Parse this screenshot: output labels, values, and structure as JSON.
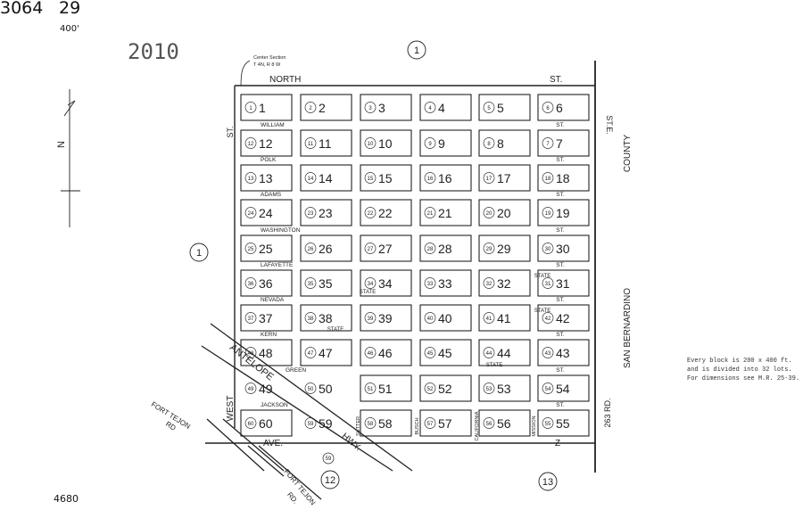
{
  "header": {
    "book": "3064",
    "page": "29",
    "scale": "400'",
    "year": "2010",
    "footer_number": "4680"
  },
  "north_arrow": {
    "label": "N",
    "icon": "north-arrow-icon"
  },
  "section_note": [
    "Center Section",
    "T 4N, R 8 W"
  ],
  "streets": {
    "north": "NORTH",
    "north_st": "ST.",
    "west_st": "ST.",
    "east_ste": "ST.E.",
    "county": "COUNTY",
    "san_bernardino": "SAN BERNARDINO",
    "rd_263": "263 RD.",
    "west": "WEST",
    "antelope": "ANTELOPE",
    "hwy": "HWY.",
    "ave": "AVE.",
    "z": "Z",
    "fort_tejon_1": "FORT TEJON",
    "rd_1": "RD",
    "fort_tejon_2": "FORT TEJON",
    "rd_2": "RD.",
    "william": "WILLIAM",
    "polk": "POLK",
    "adams": "ADAMS",
    "washington": "WASHINGTON",
    "lafayette": "LAFAYETTE",
    "nevada": "NEVADA",
    "kern": "KERN",
    "green": "GREEN",
    "jackson": "JACKSON",
    "st": "ST.",
    "busch": "BUSCH",
    "california": "CALIFORNIA",
    "mission": "MISSION",
    "sutter": "SUTTER"
  },
  "state_label": "STATE",
  "circled_sections": [
    "1",
    "1",
    "12",
    "13"
  ],
  "route_59": "59",
  "note": [
    "Every block is 200 x 400 ft.",
    "and is divided into 32 lots.",
    "For dimensions see M.R. 25-39."
  ],
  "blocks": [
    [
      "1",
      "2",
      "3",
      "4",
      "5",
      "6"
    ],
    [
      "12",
      "11",
      "10",
      "9",
      "8",
      "7"
    ],
    [
      "13",
      "14",
      "15",
      "16",
      "17",
      "18"
    ],
    [
      "24",
      "23",
      "22",
      "21",
      "20",
      "19"
    ],
    [
      "25",
      "26",
      "27",
      "28",
      "29",
      "30"
    ],
    [
      "36",
      "35",
      "34",
      "33",
      "32",
      "31"
    ],
    [
      "37",
      "38",
      "39",
      "40",
      "41",
      "42"
    ],
    [
      "48",
      "47",
      "46",
      "45",
      "44",
      "43"
    ],
    [
      "49",
      "50",
      "51",
      "52",
      "53",
      "54"
    ],
    [
      "60",
      "59",
      "58",
      "57",
      "56",
      "55"
    ]
  ]
}
